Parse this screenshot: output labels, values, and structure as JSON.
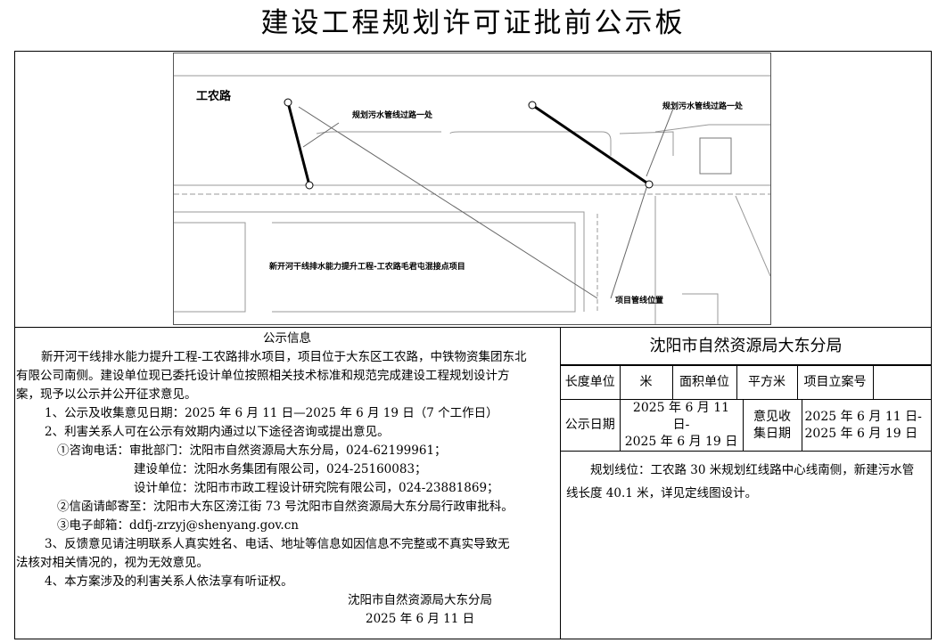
{
  "title": "建设工程规划许可证批前公示板",
  "map": {
    "road_label": "工农路",
    "callout_1": "规划污水管线过路一处",
    "callout_2": "规划污水管线过路一处",
    "project_label": "新开河干线排水能力提升工程-工农路毛君屯混接点项目",
    "position_label": "项目管线位置"
  },
  "notice": {
    "heading": "公示信息",
    "intro_1": "新开河干线排水能力提升工程-工农路排水项目，项目位于大东区工农路，中铁物资集团东北",
    "intro_2": "有限公司南侧。建设单位现已委托设计单位按照相关技术标准和规范完成建设工程规划设计方",
    "intro_3": "案，现予以公示并公开征求意见。",
    "item_1": "1、公示及收集意见日期：2025 年 6 月 11 日—2025 年 6 月 19 日（7 个工作日）",
    "item_2": "2、利害关系人可在公示有效期内通过以下途径咨询或提出意见。",
    "phone_1": "①咨询电话：审批部门：沈阳市自然资源局大东分局，024-62199961；",
    "phone_2": "建设单位：沈阳水务集团有限公司，024-25160083；",
    "phone_3": "设计单位：沈阳市市政工程设计研究院有限公司，024-23881869；",
    "mail": "②信函请邮寄至：沈阳市大东区滂江街 73 号沈阳市自然资源局大东分局行政审批科。",
    "email": "③电子邮箱：ddfj-zrzyj@shenyang.gov.cn",
    "item_3a": "3、反馈意见请注明联系人真实姓名、电话、地址等信息如因信息不完整或不真实导致无",
    "item_3b": "法核对相关情况的，视为无效意见。",
    "item_4": "4、本方案涉及的利害关系人依法享有听证权。",
    "signature": "沈阳市自然资源局大东分局",
    "date": "2025 年 6 月 11 日"
  },
  "panel": {
    "agency": "沈阳市自然资源局大东分局",
    "length_unit_label": "长度单位",
    "length_unit": "米",
    "area_unit_label": "面积单位",
    "area_unit": "平方米",
    "project_no_label": "项目立案号",
    "project_no": "",
    "publicity_date_label": "公示日期",
    "publicity_date_1": "2025 年 6 月 11 日-",
    "publicity_date_2": "2025 年 6 月 19 日",
    "opinion_date_label_1": "意见收",
    "opinion_date_label_2": "集日期",
    "opinion_date_1": "2025 年 6 月 11 日-",
    "opinion_date_2": "2025 年 6 月 19 日",
    "note": "规划线位：工农路 30 米规划红线路中心线南侧，新建污水管线长度 40.1 米，详见定线图设计。"
  }
}
